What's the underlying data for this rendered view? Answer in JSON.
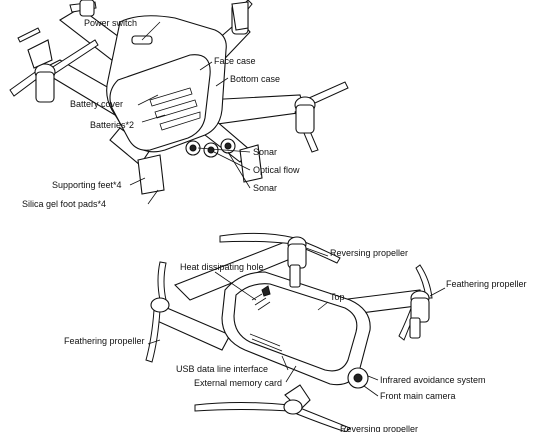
{
  "top_diagram": {
    "labels": {
      "power_switch": "Power switch",
      "face_case": "Face case",
      "bottom_case": "Bottom case",
      "battery_cover": "Battery cover",
      "batteries": "Batteries*2",
      "sonar_1": "Sonar",
      "optical_flow": "Optical flow",
      "sonar_2": "Sonar",
      "supporting_feet": "Supporting feet*4",
      "silica_gel_foot_pads": "Silica gel foot pads*4"
    }
  },
  "bottom_diagram": {
    "labels": {
      "reversing_propeller": "Reversing propeller",
      "heat_dissipating_hole": "Heat dissipating hole",
      "feathering_propeller_right": "Feathering propeller",
      "top": "Top",
      "feathering_propeller_left": "Feathering propeller",
      "usb_interface": "USB data line interface",
      "external_memory_card": "External memory card",
      "infrared_avoidance": "Infrared avoidance system",
      "front_main_camera": "Front main  camera",
      "reversing_propeller_bottom": "Reversing propeller"
    }
  }
}
